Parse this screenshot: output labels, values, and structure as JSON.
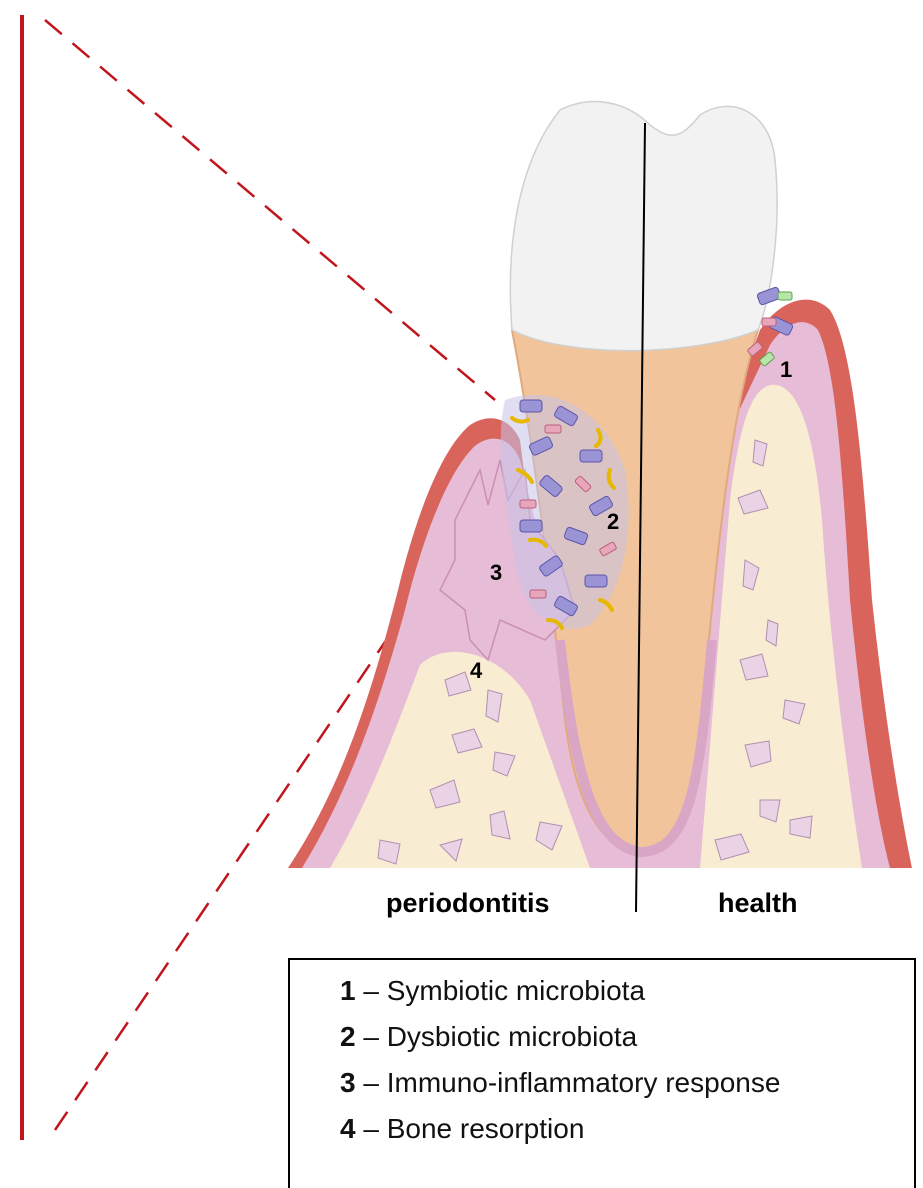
{
  "labels": {
    "marker_1": "1",
    "marker_2": "2",
    "marker_3": "3",
    "marker_4": "4",
    "left_side": "periodontitis",
    "right_side": "health"
  },
  "legend": {
    "items": [
      {
        "number": "1",
        "text": "– Symbiotic microbiota"
      },
      {
        "number": "2",
        "text": "– Dysbiotic microbiota"
      },
      {
        "number": "3",
        "text": "– Immuno-inflammatory response"
      },
      {
        "number": "4",
        "text": "– Bone resorption"
      }
    ]
  },
  "colors": {
    "enamel": "#f2f2f2",
    "dentin": "#f2c49c",
    "gingiva": "#d9645c",
    "periodontium": "#e7bcd6",
    "bone": "#f8ecd2",
    "bacteria": "#9a93d6",
    "accent_red": "#c0161d"
  }
}
